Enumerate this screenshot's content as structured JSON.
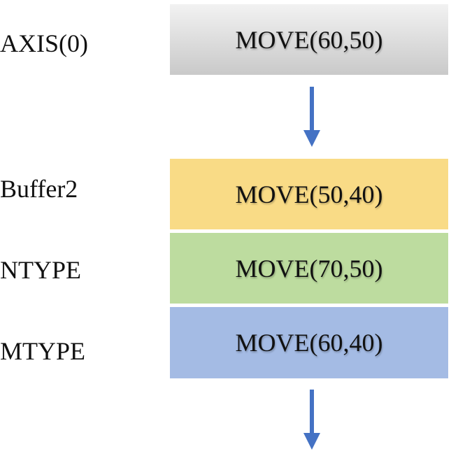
{
  "axis_row": {
    "label": "AXIS(0)",
    "command": "MOVE(60,50)",
    "gradient_top": "#f2f2f2",
    "gradient_bottom": "#c9c9c9"
  },
  "buffer_rows": [
    {
      "label": "Buffer2",
      "command": "MOVE(50,40)",
      "color": "#f9db86"
    },
    {
      "label": "NTYPE",
      "command": "MOVE(70,50)",
      "color": "#bddc9f"
    },
    {
      "label": "MTYPE",
      "command": "MOVE(60,40)",
      "color": "#a4bbe4"
    }
  ],
  "arrow_color": "#4472c4",
  "arrow_icon": "arrow-down-icon"
}
